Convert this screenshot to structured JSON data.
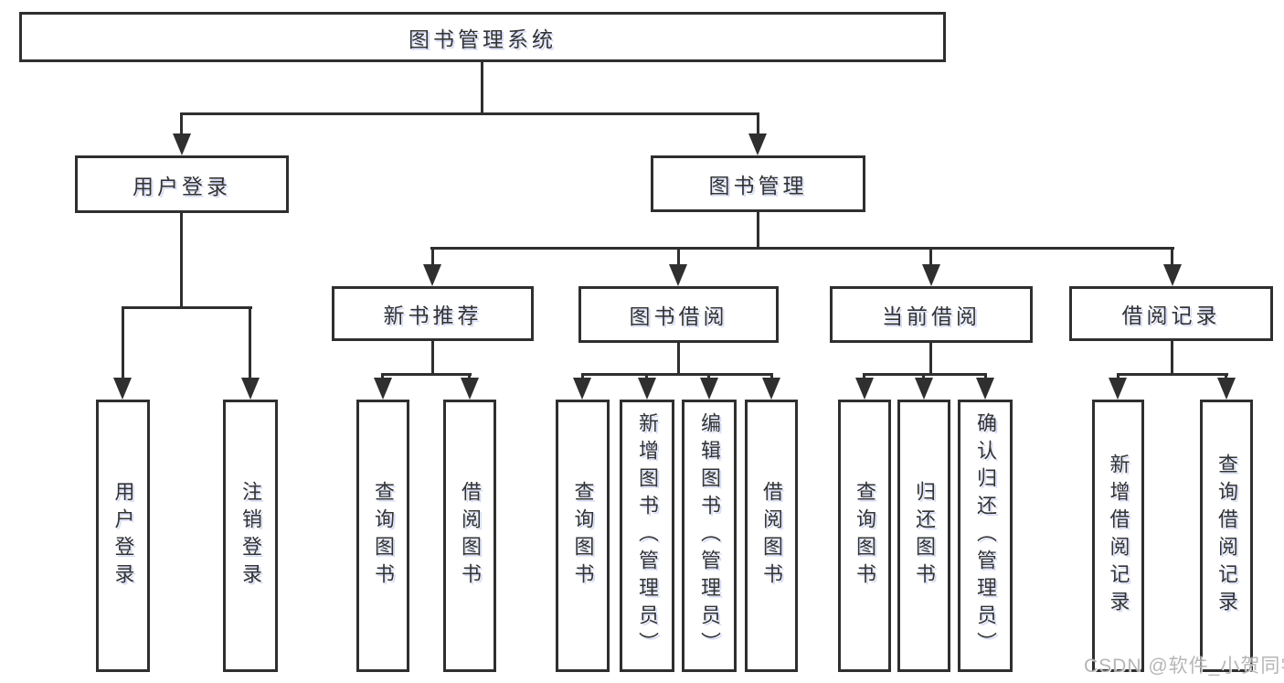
{
  "diagram": {
    "root": {
      "label": "图书管理系统"
    },
    "level2": [
      {
        "label": "用户登录"
      },
      {
        "label": "图书管理"
      }
    ],
    "level3": [
      {
        "label": "新书推荐"
      },
      {
        "label": "图书借阅"
      },
      {
        "label": "当前借阅"
      },
      {
        "label": "借阅记录"
      }
    ],
    "leaves": {
      "user_login": [
        "用户登录",
        "注销登录"
      ],
      "new_book": [
        "查询图书",
        "借阅图书"
      ],
      "book_borrow": [
        "查询图书",
        "新增图书（管理员）",
        "编辑图书（管理员）",
        "借阅图书"
      ],
      "current_borrow": [
        "查询图书",
        "归还图书",
        "确认归还（管理员）"
      ],
      "borrow_record": [
        "新增借阅记录",
        "查询借阅记录"
      ]
    }
  },
  "watermark": {
    "text": "CSDN @软件_小贺同学"
  },
  "colors": {
    "line": "#2f2f2f",
    "text": "#333333",
    "background": "#ffffff",
    "watermark": "#b0b0b0"
  },
  "icons": {
    "connector_arrow": "arrow-down-triangle"
  }
}
